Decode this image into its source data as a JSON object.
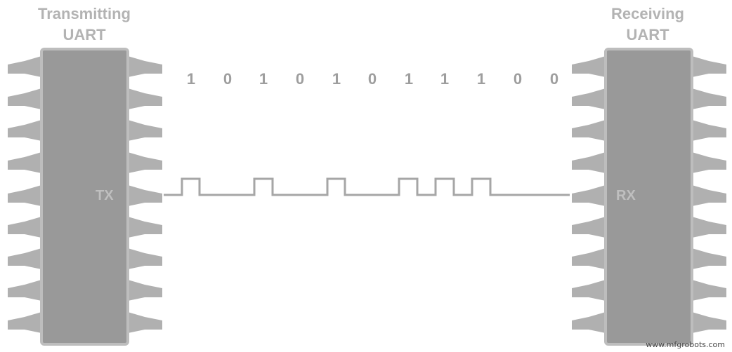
{
  "transmitter": {
    "title_line1": "Transmitting",
    "title_line2": "UART",
    "pin_label": "TX"
  },
  "receiver": {
    "title_line1": "Receiving",
    "title_line2": "UART",
    "pin_label": "RX"
  },
  "bits": [
    "1",
    "0",
    "1",
    "0",
    "1",
    "0",
    "1",
    "1",
    "1",
    "0",
    "0"
  ],
  "watermark": "www.mfgrobots.com",
  "colors": {
    "chip_body": "#999999",
    "chip_border": "#bdbdbd",
    "pin": "#b0b0b0",
    "signal_line": "#a6a6a6",
    "text": "#b3b3b3"
  }
}
